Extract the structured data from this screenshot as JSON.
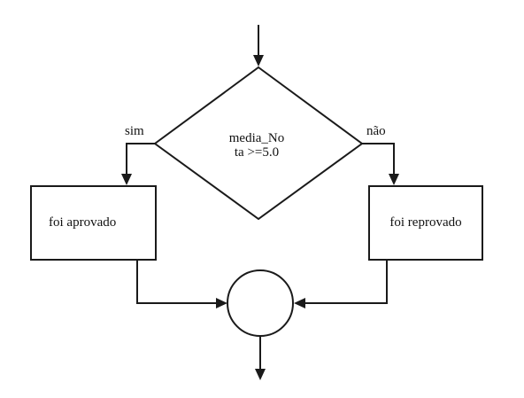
{
  "decision": {
    "line1": "media_No",
    "line2": "ta >=5.0"
  },
  "branches": {
    "yes_label": "sim",
    "no_label": "não"
  },
  "process_left": {
    "label": "foi aprovado"
  },
  "process_right": {
    "label": "foi reprovado"
  },
  "connector": {
    "label": ""
  }
}
